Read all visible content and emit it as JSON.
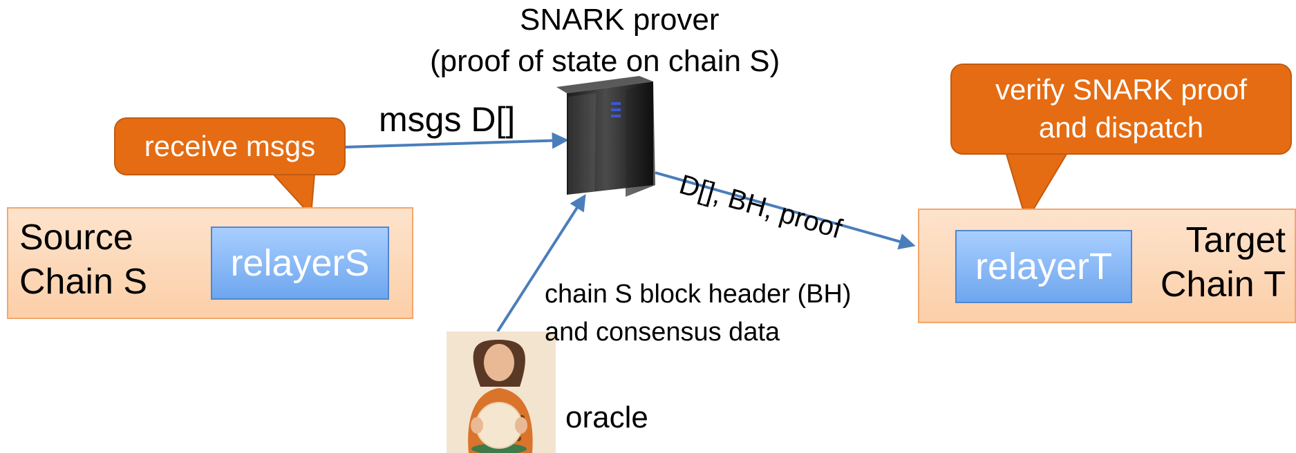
{
  "prover": {
    "title": "SNARK prover",
    "subtitle": "(proof of state on chain S)"
  },
  "source": {
    "label_line1": "Source",
    "label_line2": "Chain S",
    "relayer": "relayerS",
    "callout": "receive msgs"
  },
  "target": {
    "label_line1": "Target",
    "label_line2": "Chain T",
    "relayer": "relayerT",
    "callout_line1": "verify SNARK proof",
    "callout_line2": "and dispatch"
  },
  "edges": {
    "msgs": "msgs D[]",
    "output": "D[],  BH, proof",
    "oracle_line1": "chain S block header (BH)",
    "oracle_line2": "and consensus data"
  },
  "oracle": {
    "label": "oracle"
  },
  "colors": {
    "chain_fill": "#fcd5b4",
    "relayer_fill": "#8fbcf5",
    "callout_fill": "#e56c12",
    "arrow": "#4a7ebb"
  }
}
